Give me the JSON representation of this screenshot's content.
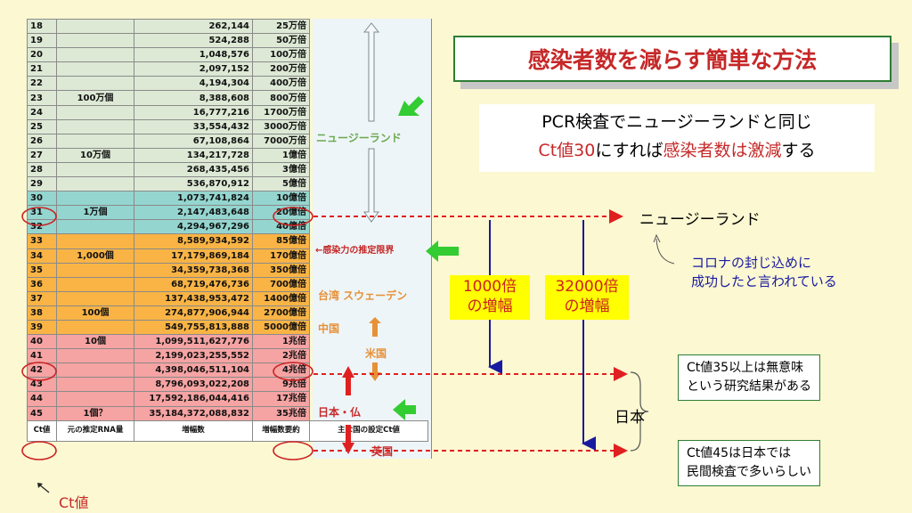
{
  "title": "感染者数を減らす簡単な方法",
  "subtitle": {
    "line1": "PCR検査でニュージーランドと同じ",
    "line2_a": "Ct値30",
    "line2_b": "にすれば",
    "line2_c": "感染者数は激減",
    "line2_d": "する"
  },
  "table": {
    "headers": [
      "Ct値",
      "元の推定RNA量",
      "増幅数",
      "増幅数要約",
      "主な国の設定Ct値"
    ],
    "rows": [
      {
        "ct": "18",
        "rna": "",
        "amp": "262,144",
        "summary": "25万倍",
        "color": "#dde9d5"
      },
      {
        "ct": "19",
        "rna": "",
        "amp": "524,288",
        "summary": "50万倍",
        "color": "#dde9d5"
      },
      {
        "ct": "20",
        "rna": "",
        "amp": "1,048,576",
        "summary": "100万倍",
        "color": "#dde9d5"
      },
      {
        "ct": "21",
        "rna": "",
        "amp": "2,097,152",
        "summary": "200万倍",
        "color": "#dde9d5"
      },
      {
        "ct": "22",
        "rna": "",
        "amp": "4,194,304",
        "summary": "400万倍",
        "color": "#dde9d5"
      },
      {
        "ct": "23",
        "rna": "100万個",
        "amp": "8,388,608",
        "summary": "800万倍",
        "color": "#dde9d5"
      },
      {
        "ct": "24",
        "rna": "",
        "amp": "16,777,216",
        "summary": "1700万倍",
        "color": "#dde9d5"
      },
      {
        "ct": "25",
        "rna": "",
        "amp": "33,554,432",
        "summary": "3000万倍",
        "color": "#dde9d5"
      },
      {
        "ct": "26",
        "rna": "",
        "amp": "67,108,864",
        "summary": "7000万倍",
        "color": "#dde9d5"
      },
      {
        "ct": "27",
        "rna": "10万個",
        "amp": "134,217,728",
        "summary": "1億倍",
        "color": "#dde9d5"
      },
      {
        "ct": "28",
        "rna": "",
        "amp": "268,435,456",
        "summary": "3億倍",
        "color": "#dde9d5"
      },
      {
        "ct": "29",
        "rna": "",
        "amp": "536,870,912",
        "summary": "5億倍",
        "color": "#dde9d5"
      },
      {
        "ct": "30",
        "rna": "",
        "amp": "1,073,741,824",
        "summary": "10億倍",
        "color": "#94d5cf"
      },
      {
        "ct": "31",
        "rna": "1万個",
        "amp": "2,147,483,648",
        "summary": "20億倍",
        "color": "#94d5cf"
      },
      {
        "ct": "32",
        "rna": "",
        "amp": "4,294,967,296",
        "summary": "40億倍",
        "color": "#94d5cf"
      },
      {
        "ct": "33",
        "rna": "",
        "amp": "8,589,934,592",
        "summary": "85億倍",
        "color": "#f9b445"
      },
      {
        "ct": "34",
        "rna": "1,000個",
        "amp": "17,179,869,184",
        "summary": "170億倍",
        "color": "#f9b445"
      },
      {
        "ct": "35",
        "rna": "",
        "amp": "34,359,738,368",
        "summary": "350億倍",
        "color": "#f9b445"
      },
      {
        "ct": "36",
        "rna": "",
        "amp": "68,719,476,736",
        "summary": "700億倍",
        "color": "#f9b445"
      },
      {
        "ct": "37",
        "rna": "",
        "amp": "137,438,953,472",
        "summary": "1400億倍",
        "color": "#f9b445"
      },
      {
        "ct": "38",
        "rna": "100個",
        "amp": "274,877,906,944",
        "summary": "2700億倍",
        "color": "#f9b445"
      },
      {
        "ct": "39",
        "rna": "",
        "amp": "549,755,813,888",
        "summary": "5000億倍",
        "color": "#f9b445"
      },
      {
        "ct": "40",
        "rna": "10個",
        "amp": "1,099,511,627,776",
        "summary": "1兆倍",
        "color": "#f6a3a3"
      },
      {
        "ct": "41",
        "rna": "",
        "amp": "2,199,023,255,552",
        "summary": "2兆倍",
        "color": "#f6a3a3"
      },
      {
        "ct": "42",
        "rna": "",
        "amp": "4,398,046,511,104",
        "summary": "4兆倍",
        "color": "#f6a3a3"
      },
      {
        "ct": "43",
        "rna": "",
        "amp": "8,796,093,022,208",
        "summary": "9兆倍",
        "color": "#f6a3a3"
      },
      {
        "ct": "44",
        "rna": "",
        "amp": "17,592,186,044,416",
        "summary": "17兆倍",
        "color": "#f6a3a3"
      },
      {
        "ct": "45",
        "rna": "1個？",
        "amp": "35,184,372,088,832",
        "summary": "35兆倍",
        "color": "#f6a3a3"
      }
    ]
  },
  "country_labels": {
    "nz": "ニュージーランド",
    "limit": "←感染力の推定限界",
    "taiwan_sweden": "台湾 スウェーデン",
    "china": "中国",
    "usa": "米国",
    "japan_france": "日本・仏",
    "uk": "英国"
  },
  "right_labels": {
    "nz": "ニュージーランド",
    "nz_note_line1": "コロナの封じ込めに",
    "nz_note_line2": "成功したと言われている",
    "amp1000_line1": "1000倍",
    "amp1000_line2": "の増幅",
    "amp32000_line1": "32000倍",
    "amp32000_line2": "の増幅",
    "japan": "日本",
    "note35_line1": "Ct値35以上は無意味",
    "note35_line2": "という研究結果がある",
    "note45_line1": "Ct値45は日本では",
    "note45_line2": "民間検査で多いらしい"
  },
  "ct_caption": "Ct値",
  "colors": {
    "background": "#fbf8d2",
    "accent_red": "#c62828",
    "green_arrow": "#33cc33",
    "navy_arrow": "#1a1aa0",
    "nz_text": "#6aa84f",
    "orange_text": "#e69138"
  }
}
